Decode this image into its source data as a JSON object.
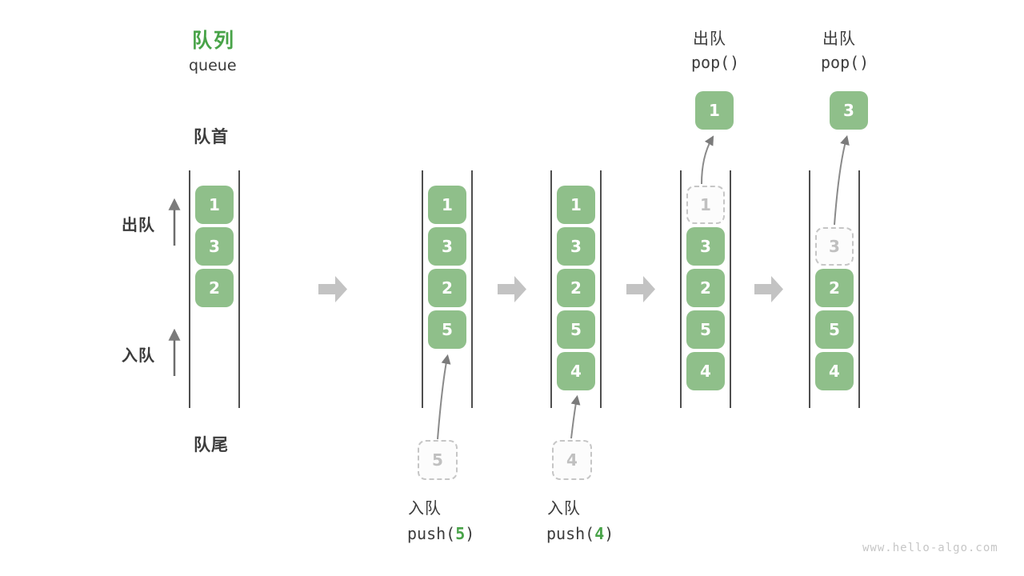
{
  "title": {
    "zh": "队列",
    "en": "queue"
  },
  "labels": {
    "front": "队首",
    "rear": "队尾",
    "dequeue": "出队",
    "enqueue": "入队"
  },
  "states": {
    "s1": {
      "boxes": [
        "1",
        "3",
        "2"
      ]
    },
    "s2": {
      "boxes": [
        "1",
        "3",
        "2",
        "5"
      ]
    },
    "s3": {
      "boxes": [
        "1",
        "3",
        "2",
        "5",
        "4"
      ]
    },
    "s4": {
      "ghost": "1",
      "boxes": [
        "3",
        "2",
        "5",
        "4"
      ]
    },
    "s5": {
      "ghost": "3",
      "boxes": [
        "2",
        "5",
        "4"
      ]
    }
  },
  "ops": {
    "push5": {
      "label": "入队",
      "code_prefix": "push(",
      "arg": "5",
      "code_suffix": ")",
      "pending": "5"
    },
    "push4": {
      "label": "入队",
      "code_prefix": "push(",
      "arg": "4",
      "code_suffix": ")",
      "pending": "4"
    },
    "pop1": {
      "label": "出队",
      "code": "pop()",
      "value": "1"
    },
    "pop2": {
      "label": "出队",
      "code": "pop()",
      "value": "3"
    }
  },
  "watermark": "www.hello-algo.com",
  "colors": {
    "box_green": "#8fbf8a",
    "accent_green": "#48a348",
    "flow_arrow_gray": "#c3c3c3",
    "ghost_gray": "#c6c6c6",
    "line_gray": "#4f4f4f"
  }
}
